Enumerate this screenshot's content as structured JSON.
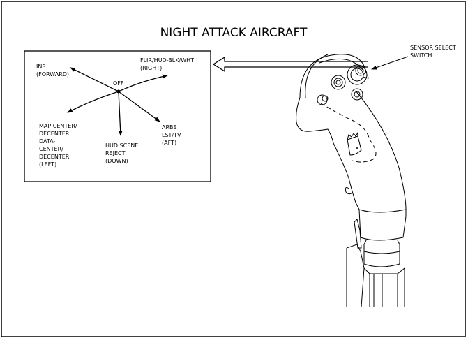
{
  "title": "NIGHT ATTACK AIRCRAFT",
  "callout": {
    "line1": "SENSOR SELECT",
    "line2": "SWITCH"
  },
  "diagram": {
    "center": "OFF",
    "forward": [
      "INS",
      "(FORWARD)"
    ],
    "right": [
      "FLIR/HUD-BLK/WHT",
      "(RIGHT)"
    ],
    "left": [
      "MAP CENTER/",
      "DECENTER",
      "DATA-",
      "CENTER/",
      "DECENTER",
      "(LEFT)"
    ],
    "down": [
      "HUD SCENE",
      "REJECT",
      "(DOWN)"
    ],
    "aft": [
      "ARBS",
      "LST/TV",
      "(AFT)"
    ]
  }
}
